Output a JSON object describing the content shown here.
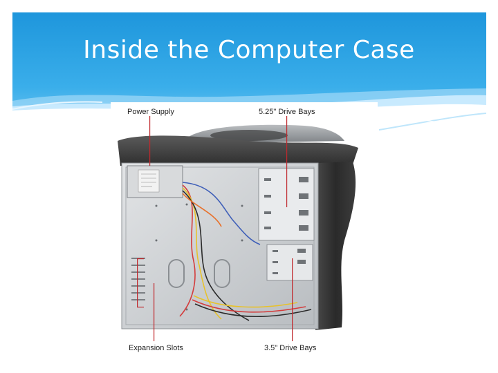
{
  "slide": {
    "title": "Inside the Computer Case"
  },
  "diagram": {
    "labels": {
      "power_supply": "Power Supply",
      "drive_bays_525": "5.25\" Drive Bays",
      "expansion_slots": "Expansion Slots",
      "drive_bays_35": "3.5\" Drive Bays"
    }
  },
  "colors": {
    "header_blue": "#2a9fe0",
    "header_light": "#8fd3f7",
    "pointer_red": "#c0282d",
    "case_dark": "#3a3a3a",
    "case_interior": "#cfd2d4"
  }
}
